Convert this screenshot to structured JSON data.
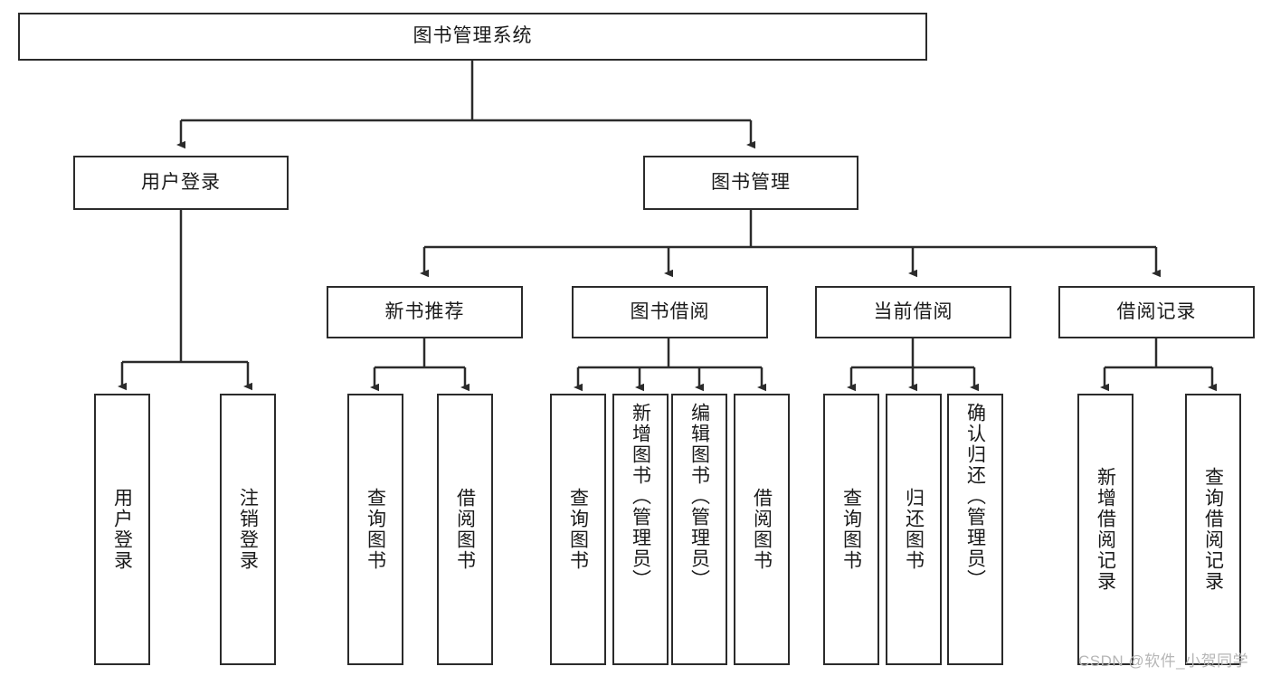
{
  "diagram": {
    "type": "hierarchy-tree",
    "title": "图书管理系统",
    "watermark": "CSDN @软件_小贺同学",
    "colors": {
      "stroke": "#2b2b2b",
      "fill": "#ffffff",
      "text": "#1a1a1a",
      "watermark": "#b6b6b6"
    },
    "nodes": {
      "root": {
        "label": "图书管理系统"
      },
      "level1": [
        {
          "id": "user-login",
          "label": "用户登录"
        },
        {
          "id": "book-management",
          "label": "图书管理"
        }
      ],
      "level2": [
        {
          "id": "new-book-recommend",
          "label": "新书推荐"
        },
        {
          "id": "book-borrow",
          "label": "图书借阅"
        },
        {
          "id": "current-borrow",
          "label": "当前借阅"
        },
        {
          "id": "borrow-record",
          "label": "借阅记录"
        }
      ],
      "leaves": {
        "user-login": [
          {
            "id": "leaf-user-login",
            "label": "用户登录"
          },
          {
            "id": "leaf-logout",
            "label": "注销登录"
          }
        ],
        "new-book-recommend": [
          {
            "id": "leaf-query-book-1",
            "label": "查询图书"
          },
          {
            "id": "leaf-borrow-book-1",
            "label": "借阅图书"
          }
        ],
        "book-borrow": [
          {
            "id": "leaf-query-book-2",
            "label": "查询图书"
          },
          {
            "id": "leaf-add-book",
            "label": "新增图书（管理员）"
          },
          {
            "id": "leaf-edit-book",
            "label": "编辑图书（管理员）"
          },
          {
            "id": "leaf-borrow-book-2",
            "label": "借阅图书"
          }
        ],
        "current-borrow": [
          {
            "id": "leaf-query-book-3",
            "label": "查询图书"
          },
          {
            "id": "leaf-return-book",
            "label": "归还图书"
          },
          {
            "id": "leaf-confirm-return",
            "label": "确认归还（管理员）"
          }
        ],
        "borrow-record": [
          {
            "id": "leaf-add-record",
            "label": "新增借阅记录"
          },
          {
            "id": "leaf-query-record",
            "label": "查询借阅记录"
          }
        ]
      }
    }
  }
}
